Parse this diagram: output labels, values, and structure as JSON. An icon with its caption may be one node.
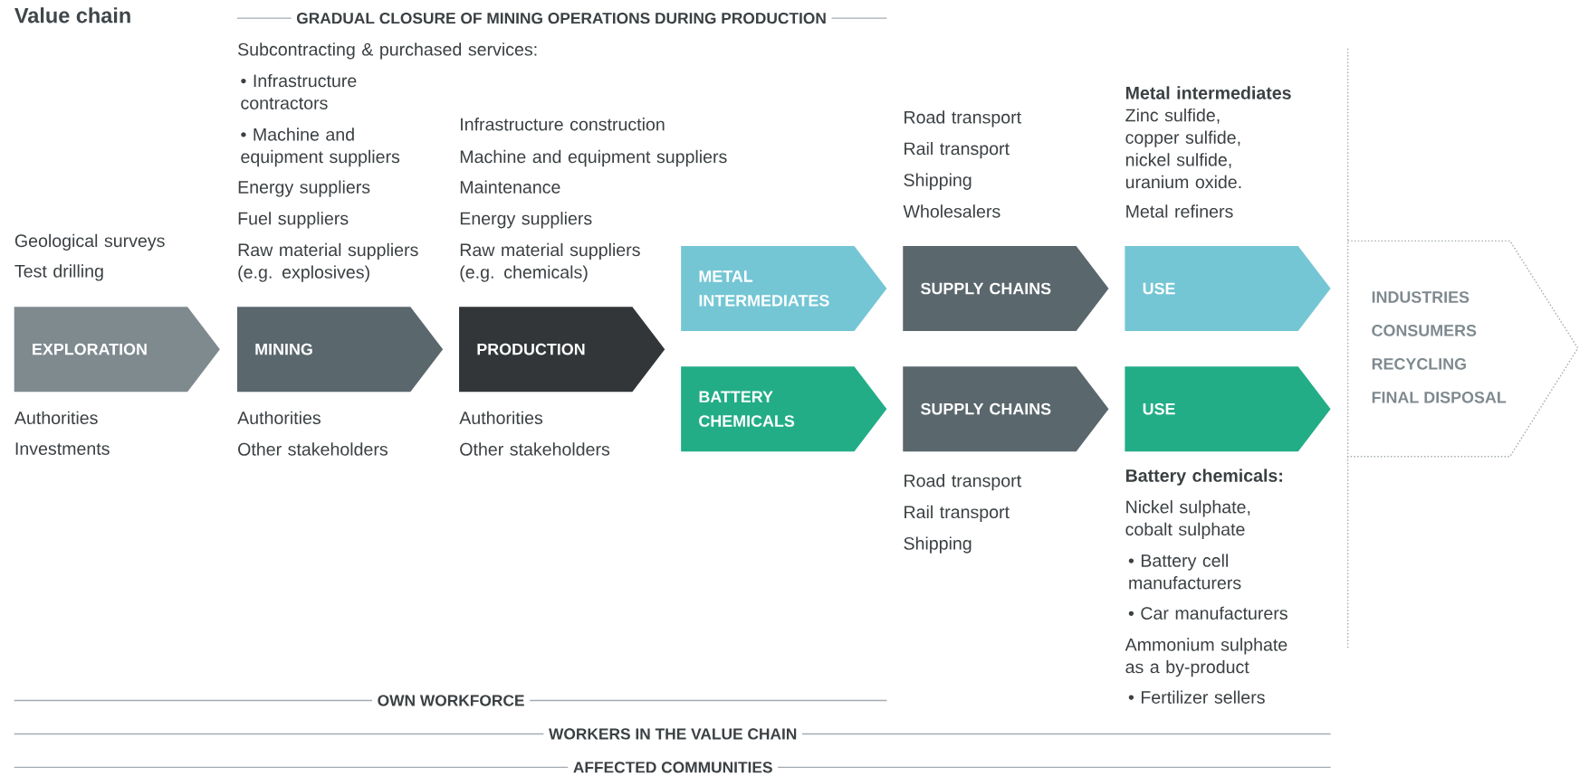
{
  "diagram": {
    "title": "Value chain",
    "nodes": [
      {
        "text": [
          "EXPLORATION"
        ],
        "beside": [
          "Geological surveys",
          "Test drilling",
          "Authorities",
          "Investments"
        ]
      },
      {
        "text": [
          "MINING"
        ],
        "beside": [
          "Subcontracting & purchased services:",
          "• Infrastructure contractors",
          "• Machine and equipment suppliers",
          "Energy suppliers",
          "Fuel suppliers",
          "Raw material suppliers (e.g. explosives)",
          "Authorities",
          "Other stakeholders"
        ]
      },
      {
        "text": [
          "PRODUCTION"
        ],
        "beside": [
          "Infrastructure construction",
          "Machine and equipment suppliers",
          "Maintenance",
          "Energy suppliers",
          "Raw material suppliers (e.g. chemicals)",
          "Authorities",
          "Other stakeholders"
        ]
      },
      {
        "text": [
          "METAL INTERMEDIATES"
        ]
      },
      {
        "text": [
          "SUPPLY CHAINS"
        ],
        "beside": [
          "Road transport",
          "Rail transport",
          "Shipping",
          "Wholesalers"
        ]
      },
      {
        "text": [
          "USE"
        ],
        "beside": [
          "Metal intermediates",
          "Zinc sulfide, copper sulfide, nickel sulfide, uranium oxide.",
          "Metal refiners"
        ]
      },
      {
        "text": [
          "BATTERY CHEMICALS"
        ]
      },
      {
        "text": [
          "SUPPLY CHAINS"
        ],
        "beside": [
          "Road transport",
          "Rail transport",
          "Shipping"
        ]
      },
      {
        "text": [
          "USE"
        ],
        "beside": [
          "Battery chemicals:",
          "Nickel sulphate, cobalt sulphate",
          "• Battery cell manufacturers",
          "• Car manufacturers",
          "Ammonium sulphate as a by-product",
          "• Fertilizer sellers"
        ]
      },
      {
        "text": [
          "INDUSTRIES",
          "CONSUMERS",
          "RECYCLING",
          "FINAL DISPOSAL"
        ]
      }
    ],
    "labels": [
      "GRADUAL CLOSURE OF MINING OPERATIONS DURING PRODUCTION",
      "OWN WORKFORCE",
      "WORKERS IN THE VALUE CHAIN",
      "AFFECTED COMMUNITIES"
    ]
  }
}
